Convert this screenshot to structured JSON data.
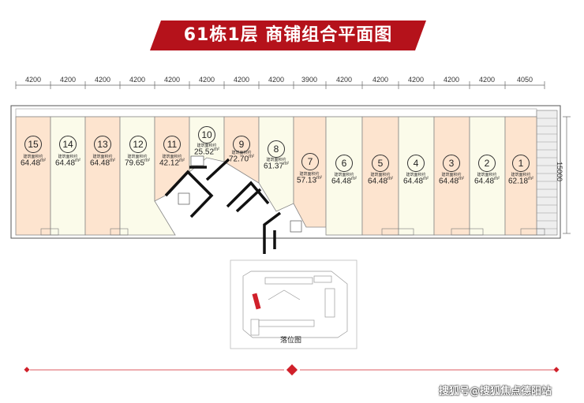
{
  "title": "61栋1层  商铺组合平面图",
  "dimensions_top": [
    "4200",
    "4200",
    "4200",
    "4200",
    "4200",
    "4200",
    "4200",
    "4200",
    "3900",
    "4200",
    "4200",
    "4200",
    "4200",
    "4200",
    "4050"
  ],
  "dimension_side": "15000",
  "area_label": "建筑面积约",
  "shops": [
    {
      "num": "15",
      "area": "64.48"
    },
    {
      "num": "14",
      "area": "64.48"
    },
    {
      "num": "13",
      "area": "64.48"
    },
    {
      "num": "12",
      "area": "79.65"
    },
    {
      "num": "11",
      "area": "42.12"
    },
    {
      "num": "10",
      "area": "25.52"
    },
    {
      "num": "9",
      "area": "72.70"
    },
    {
      "num": "8",
      "area": "61.37"
    },
    {
      "num": "7",
      "area": "57.13"
    },
    {
      "num": "6",
      "area": "64.48"
    },
    {
      "num": "5",
      "area": "64.48"
    },
    {
      "num": "4",
      "area": "64.48"
    },
    {
      "num": "3",
      "area": "64.48"
    },
    {
      "num": "2",
      "area": "64.48"
    },
    {
      "num": "1",
      "area": "62.18"
    }
  ],
  "unit": "m²",
  "inset_label": "落位图",
  "watermark": "搜狐号@搜狐焦点德阳站",
  "colors": {
    "banner": "#b5121b",
    "highlight": "#fde4cf",
    "plain": "#fbfbea",
    "inset_marker": "#d0202a"
  }
}
